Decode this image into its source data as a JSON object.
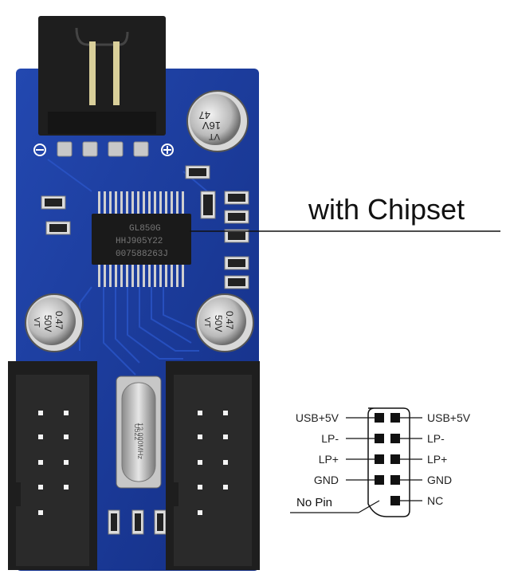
{
  "callout": {
    "text": "with Chipset"
  },
  "chip": {
    "line1": "GL850G",
    "line2": "HHJ905Y22",
    "line3": "007588263J"
  },
  "capacitors": [
    {
      "value": "47",
      "voltage": "16V",
      "code": "VT"
    },
    {
      "value": "0.47",
      "voltage": "50V",
      "code": "VT"
    },
    {
      "value": "0.47",
      "voltage": "50V",
      "code": "VT"
    }
  ],
  "crystal": {
    "line1": "12.000MHz",
    "line2": "U522"
  },
  "pinout": {
    "rows": [
      {
        "left": "USB+5V",
        "right": "USB+5V"
      },
      {
        "left": "LP-",
        "right": "LP-"
      },
      {
        "left": "LP+",
        "right": "LP+"
      },
      {
        "left": "GND",
        "right": "GND"
      },
      {
        "left": "No Pin",
        "right": "NC"
      }
    ]
  },
  "colors": {
    "pcb": "#1a3f9e",
    "connector": "#1e1e1e",
    "background": "#ffffff"
  }
}
